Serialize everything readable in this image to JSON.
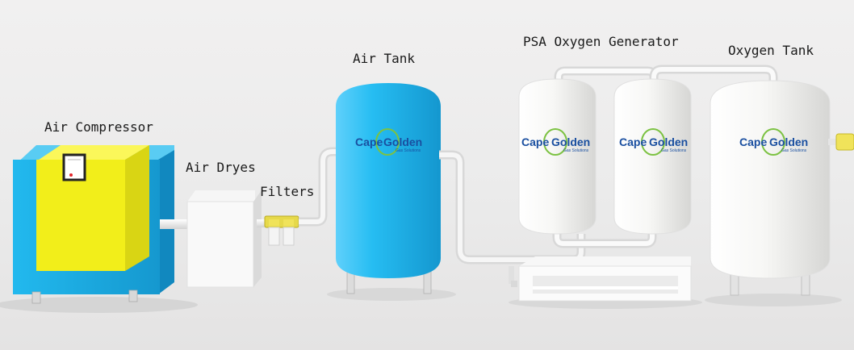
{
  "labels": {
    "air_compressor": "Air Compressor",
    "air_dryes": "Air Dryes",
    "filters": "Filters",
    "air_tank": "Air Tank",
    "psa_generator": "PSA Oxygen Generator",
    "oxygen_tank": "Oxygen Tank"
  },
  "brand": {
    "name_left": "Cape",
    "name_right": "Golden",
    "tagline": "Gas Solutions"
  },
  "colors": {
    "compressor_body": "#1fb6ea",
    "compressor_panel": "#f2ee1a",
    "air_tank": "#1fb3ec",
    "oxygen_vessel": "#f5f5f3",
    "pipe": "#ececec",
    "brand_blue": "#1a4fa0",
    "brand_green": "#7cc242"
  }
}
